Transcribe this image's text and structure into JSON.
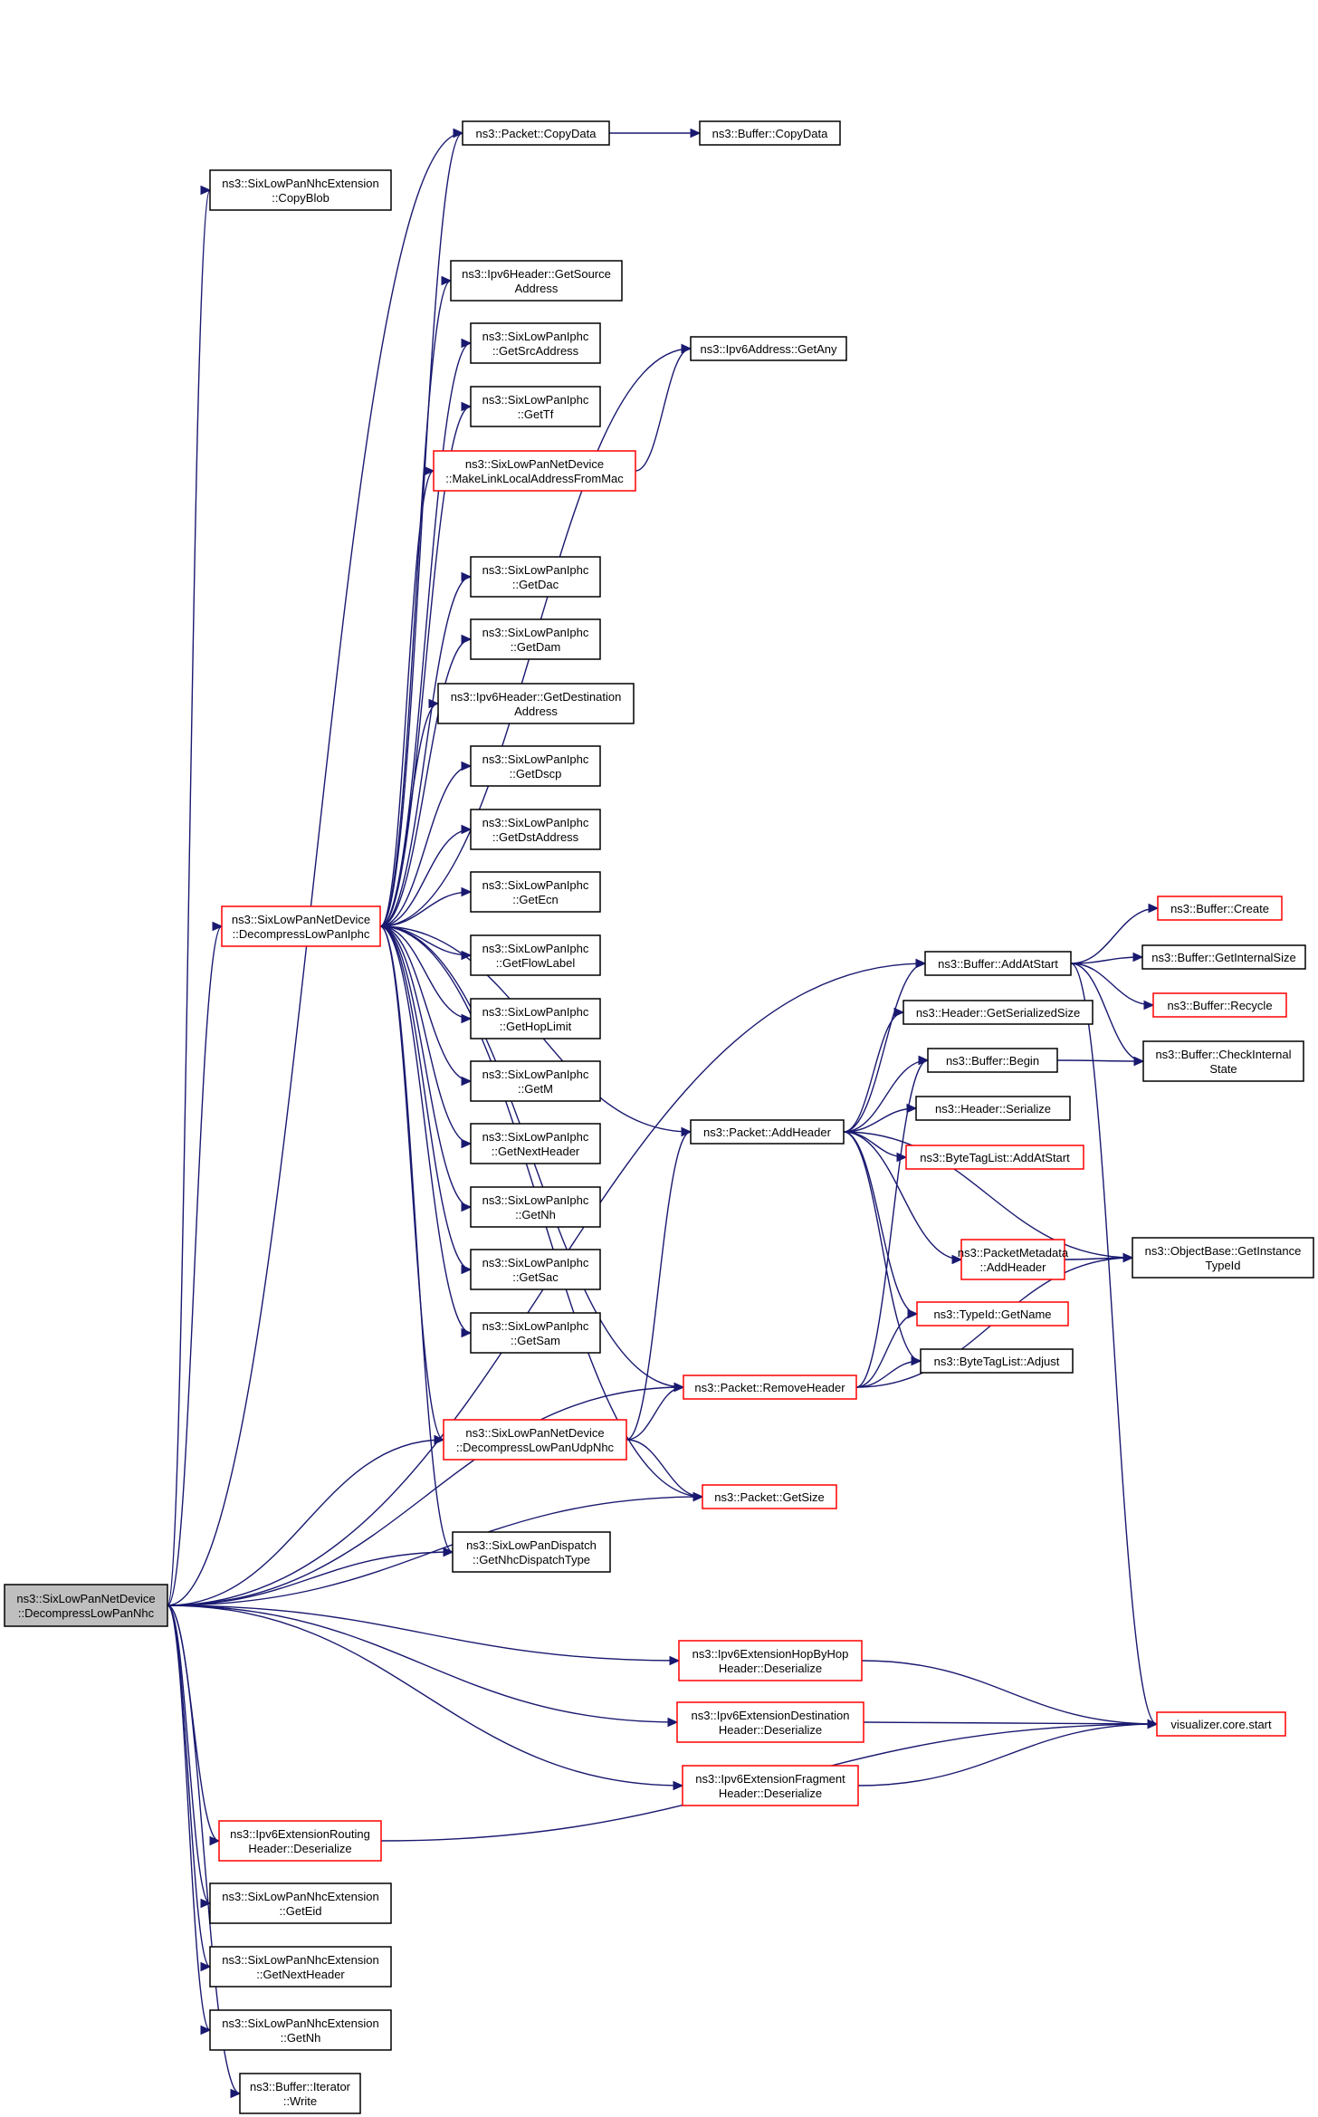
{
  "colors": {
    "edge": "#191970",
    "red_border": "#ff0000",
    "black_border": "#000000",
    "root_fill": "#bfbfbf"
  },
  "nodes": [
    {
      "id": "root",
      "label": [
        "ns3::SixLowPanNetDevice",
        "::DecompressLowPanNhc"
      ],
      "border": "black",
      "root": true
    },
    {
      "id": "copyData",
      "label": [
        "ns3::Packet::CopyData"
      ],
      "border": "black"
    },
    {
      "id": "bufCopyData",
      "label": [
        "ns3::Buffer::CopyData"
      ],
      "border": "black"
    },
    {
      "id": "copyBlob",
      "label": [
        "ns3::SixLowPanNhcExtension",
        "::CopyBlob"
      ],
      "border": "black"
    },
    {
      "id": "getSrcAddr6",
      "label": [
        "ns3::Ipv6Header::GetSource",
        "Address"
      ],
      "border": "black"
    },
    {
      "id": "getSrcAddress",
      "label": [
        "ns3::SixLowPanIphc",
        "::GetSrcAddress"
      ],
      "border": "black"
    },
    {
      "id": "getAny",
      "label": [
        "ns3::Ipv6Address::GetAny"
      ],
      "border": "black"
    },
    {
      "id": "getTf",
      "label": [
        "ns3::SixLowPanIphc",
        "::GetTf"
      ],
      "border": "black"
    },
    {
      "id": "makeLL",
      "label": [
        "ns3::SixLowPanNetDevice",
        "::MakeLinkLocalAddressFromMac"
      ],
      "border": "red"
    },
    {
      "id": "getDac",
      "label": [
        "ns3::SixLowPanIphc",
        "::GetDac"
      ],
      "border": "black"
    },
    {
      "id": "getDam",
      "label": [
        "ns3::SixLowPanIphc",
        "::GetDam"
      ],
      "border": "black"
    },
    {
      "id": "getDst6",
      "label": [
        "ns3::Ipv6Header::GetDestination",
        "Address"
      ],
      "border": "black"
    },
    {
      "id": "getDscp",
      "label": [
        "ns3::SixLowPanIphc",
        "::GetDscp"
      ],
      "border": "black"
    },
    {
      "id": "getDstAddress",
      "label": [
        "ns3::SixLowPanIphc",
        "::GetDstAddress"
      ],
      "border": "black"
    },
    {
      "id": "getEcn",
      "label": [
        "ns3::SixLowPanIphc",
        "::GetEcn"
      ],
      "border": "black"
    },
    {
      "id": "decompIphc",
      "label": [
        "ns3::SixLowPanNetDevice",
        "::DecompressLowPanIphc"
      ],
      "border": "red"
    },
    {
      "id": "getFlowLabel",
      "label": [
        "ns3::SixLowPanIphc",
        "::GetFlowLabel"
      ],
      "border": "black"
    },
    {
      "id": "getHopLimit",
      "label": [
        "ns3::SixLowPanIphc",
        "::GetHopLimit"
      ],
      "border": "black"
    },
    {
      "id": "getM",
      "label": [
        "ns3::SixLowPanIphc",
        "::GetM"
      ],
      "border": "black"
    },
    {
      "id": "getNextHeader",
      "label": [
        "ns3::SixLowPanIphc",
        "::GetNextHeader"
      ],
      "border": "black"
    },
    {
      "id": "getNhIphc",
      "label": [
        "ns3::SixLowPanIphc",
        "::GetNh"
      ],
      "border": "black"
    },
    {
      "id": "getSac",
      "label": [
        "ns3::SixLowPanIphc",
        "::GetSac"
      ],
      "border": "black"
    },
    {
      "id": "getSam",
      "label": [
        "ns3::SixLowPanIphc",
        "::GetSam"
      ],
      "border": "black"
    },
    {
      "id": "bufCreate",
      "label": [
        "ns3::Buffer::Create"
      ],
      "border": "red"
    },
    {
      "id": "addAtStart",
      "label": [
        "ns3::Buffer::AddAtStart"
      ],
      "border": "black"
    },
    {
      "id": "getInternalSize",
      "label": [
        "ns3::Buffer::GetInternalSize"
      ],
      "border": "black"
    },
    {
      "id": "getSerSize",
      "label": [
        "ns3::Header::GetSerializedSize"
      ],
      "border": "black"
    },
    {
      "id": "recycle",
      "label": [
        "ns3::Buffer::Recycle"
      ],
      "border": "red"
    },
    {
      "id": "checkInternal",
      "label": [
        "ns3::Buffer::CheckInternal",
        "State"
      ],
      "border": "black"
    },
    {
      "id": "bufBegin",
      "label": [
        "ns3::Buffer::Begin"
      ],
      "border": "black"
    },
    {
      "id": "hdrSerialize",
      "label": [
        "ns3::Header::Serialize"
      ],
      "border": "black"
    },
    {
      "id": "addHeader",
      "label": [
        "ns3::Packet::AddHeader"
      ],
      "border": "black"
    },
    {
      "id": "tagAddAtStart",
      "label": [
        "ns3::ByteTagList::AddAtStart"
      ],
      "border": "red"
    },
    {
      "id": "pmAddHeader",
      "label": [
        "ns3::PacketMetadata",
        "::AddHeader"
      ],
      "border": "red"
    },
    {
      "id": "getInstanceTypeId",
      "label": [
        "ns3::ObjectBase::GetInstance",
        "TypeId"
      ],
      "border": "black"
    },
    {
      "id": "typeIdGetName",
      "label": [
        "ns3::TypeId::GetName"
      ],
      "border": "red"
    },
    {
      "id": "tagAdjust",
      "label": [
        "ns3::ByteTagList::Adjust"
      ],
      "border": "black"
    },
    {
      "id": "removeHeader",
      "label": [
        "ns3::Packet::RemoveHeader"
      ],
      "border": "red"
    },
    {
      "id": "decompUdp",
      "label": [
        "ns3::SixLowPanNetDevice",
        "::DecompressLowPanUdpNhc"
      ],
      "border": "red"
    },
    {
      "id": "getSize",
      "label": [
        "ns3::Packet::GetSize"
      ],
      "border": "red"
    },
    {
      "id": "getNhcDispatch",
      "label": [
        "ns3::SixLowPanDispatch",
        "::GetNhcDispatchType"
      ],
      "border": "black"
    },
    {
      "id": "hopByHop",
      "label": [
        "ns3::Ipv6ExtensionHopByHop",
        "Header::Deserialize"
      ],
      "border": "red"
    },
    {
      "id": "destDeser",
      "label": [
        "ns3::Ipv6ExtensionDestination",
        "Header::Deserialize"
      ],
      "border": "red"
    },
    {
      "id": "vizStart",
      "label": [
        "visualizer.core.start"
      ],
      "border": "red"
    },
    {
      "id": "fragDeser",
      "label": [
        "ns3::Ipv6ExtensionFragment",
        "Header::Deserialize"
      ],
      "border": "red"
    },
    {
      "id": "routingDeser",
      "label": [
        "ns3::Ipv6ExtensionRouting",
        "Header::Deserialize"
      ],
      "border": "red"
    },
    {
      "id": "getEid",
      "label": [
        "ns3::SixLowPanNhcExtension",
        "::GetEid"
      ],
      "border": "black"
    },
    {
      "id": "nhcGetNextHeader",
      "label": [
        "ns3::SixLowPanNhcExtension",
        "::GetNextHeader"
      ],
      "border": "black"
    },
    {
      "id": "nhcGetNh",
      "label": [
        "ns3::SixLowPanNhcExtension",
        "::GetNh"
      ],
      "border": "black"
    },
    {
      "id": "iterWrite",
      "label": [
        "ns3::Buffer::Iterator",
        "::Write"
      ],
      "border": "black"
    }
  ],
  "edges": [
    [
      "root",
      "copyData"
    ],
    [
      "root",
      "copyBlob"
    ],
    [
      "root",
      "decompIphc"
    ],
    [
      "root",
      "addAtStart"
    ],
    [
      "root",
      "decompUdp"
    ],
    [
      "root",
      "getNhcDispatch"
    ],
    [
      "root",
      "removeHeader"
    ],
    [
      "root",
      "getSize"
    ],
    [
      "root",
      "hopByHop"
    ],
    [
      "root",
      "destDeser"
    ],
    [
      "root",
      "fragDeser"
    ],
    [
      "root",
      "routingDeser"
    ],
    [
      "root",
      "getEid"
    ],
    [
      "root",
      "nhcGetNextHeader"
    ],
    [
      "root",
      "nhcGetNh"
    ],
    [
      "root",
      "iterWrite"
    ],
    [
      "copyData",
      "bufCopyData"
    ],
    [
      "decompIphc",
      "copyData"
    ],
    [
      "decompIphc",
      "getAny"
    ],
    [
      "decompIphc",
      "getSrcAddr6"
    ],
    [
      "decompIphc",
      "getSrcAddress"
    ],
    [
      "decompIphc",
      "getTf"
    ],
    [
      "decompIphc",
      "makeLL"
    ],
    [
      "decompIphc",
      "addHeader"
    ],
    [
      "decompIphc",
      "getDac"
    ],
    [
      "decompIphc",
      "getDam"
    ],
    [
      "decompIphc",
      "getDst6"
    ],
    [
      "decompIphc",
      "getDscp"
    ],
    [
      "decompIphc",
      "getDstAddress"
    ],
    [
      "decompIphc",
      "getEcn"
    ],
    [
      "decompIphc",
      "getFlowLabel"
    ],
    [
      "decompIphc",
      "getHopLimit"
    ],
    [
      "decompIphc",
      "getM"
    ],
    [
      "decompIphc",
      "getNextHeader"
    ],
    [
      "decompIphc",
      "getNhIphc"
    ],
    [
      "decompIphc",
      "getSac"
    ],
    [
      "decompIphc",
      "getSam"
    ],
    [
      "decompIphc",
      "removeHeader"
    ],
    [
      "decompIphc",
      "decompUdp"
    ],
    [
      "decompIphc",
      "getSize"
    ],
    [
      "decompIphc",
      "getNhcDispatch"
    ],
    [
      "makeLL",
      "getAny"
    ],
    [
      "addAtStart",
      "bufCreate"
    ],
    [
      "addAtStart",
      "getInternalSize"
    ],
    [
      "addAtStart",
      "recycle"
    ],
    [
      "addAtStart",
      "checkInternal"
    ],
    [
      "addAtStart",
      "vizStart"
    ],
    [
      "bufBegin",
      "checkInternal"
    ],
    [
      "addHeader",
      "addAtStart"
    ],
    [
      "addHeader",
      "getSerSize"
    ],
    [
      "addHeader",
      "bufBegin"
    ],
    [
      "addHeader",
      "hdrSerialize"
    ],
    [
      "addHeader",
      "tagAddAtStart"
    ],
    [
      "addHeader",
      "pmAddHeader"
    ],
    [
      "addHeader",
      "getInstanceTypeId"
    ],
    [
      "addHeader",
      "typeIdGetName"
    ],
    [
      "addHeader",
      "tagAdjust"
    ],
    [
      "pmAddHeader",
      "getInstanceTypeId"
    ],
    [
      "removeHeader",
      "bufBegin"
    ],
    [
      "removeHeader",
      "typeIdGetName"
    ],
    [
      "removeHeader",
      "tagAdjust"
    ],
    [
      "removeHeader",
      "getInstanceTypeId"
    ],
    [
      "decompUdp",
      "addHeader"
    ],
    [
      "decompUdp",
      "removeHeader"
    ],
    [
      "decompUdp",
      "getSize"
    ],
    [
      "hopByHop",
      "vizStart"
    ],
    [
      "destDeser",
      "vizStart"
    ],
    [
      "fragDeser",
      "vizStart"
    ],
    [
      "routingDeser",
      "vizStart"
    ]
  ]
}
